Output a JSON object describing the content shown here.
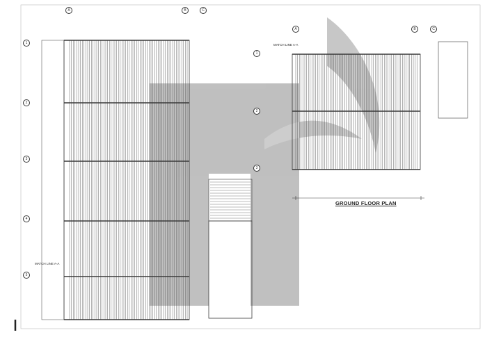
{
  "drawing": {
    "title": "GROUND FLOOR PLAN",
    "match_line_label": "MATCH LINE A-A",
    "grid_columns_left": [
      "A",
      "B",
      "C"
    ],
    "grid_rows_left": [
      "1",
      "2",
      "3",
      "4",
      "5"
    ],
    "grid_columns_right": [
      "A",
      "B",
      "C"
    ],
    "grid_rows_right": [
      "1",
      "2",
      "3"
    ],
    "colors": {
      "line": "#3a3a3a",
      "joist": "#555555",
      "watermark": "#9a9a9a",
      "frame": "#222222"
    }
  }
}
